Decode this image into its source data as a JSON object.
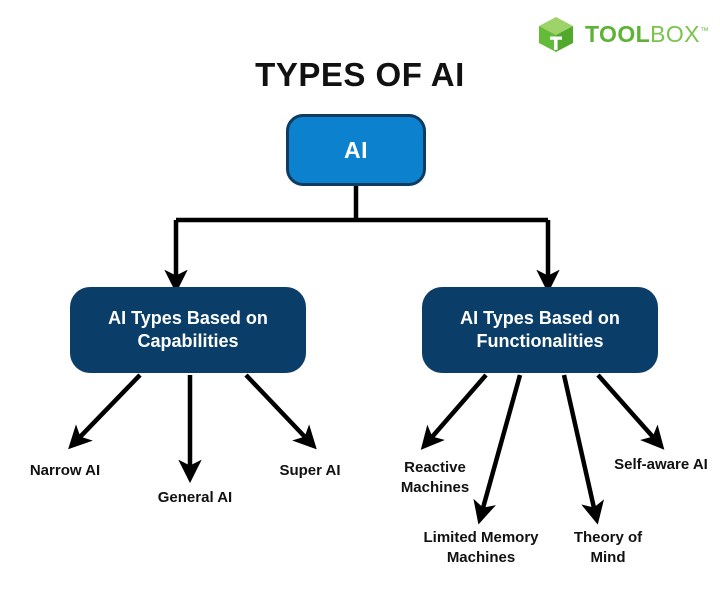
{
  "brand": {
    "name_bold": "TOOL",
    "name_light": "BOX",
    "trademark": "™",
    "logo_icon": "green-cube-logo",
    "colors": {
      "cube_top": "#9ed36a",
      "cube_body": "#5cb335",
      "word_bold": "#5cb335",
      "word_light": "#7cc24d"
    }
  },
  "title": "TYPES OF AI",
  "colors": {
    "root_fill": "#0c81cd",
    "root_border": "#0d3c60",
    "branch_fill": "#0a3e68",
    "connector": "#000000",
    "text_dark": "#111111",
    "text_light": "#ffffff",
    "background": "#ffffff"
  },
  "chart_data": {
    "type": "tree-diagram",
    "title": "TYPES OF AI",
    "root": {
      "id": "ai",
      "label": "AI"
    },
    "branches": [
      {
        "id": "capabilities",
        "label": "AI Types Based on Capabilities",
        "label_line_1": "AI Types Based",
        "label_line_2": "on Capabilities",
        "children": [
          {
            "id": "narrow-ai",
            "label": "Narrow AI"
          },
          {
            "id": "general-ai",
            "label": "General AI"
          },
          {
            "id": "super-ai",
            "label": "Super AI"
          }
        ]
      },
      {
        "id": "functionalities",
        "label": "AI Types Based on Functionalities",
        "label_line_1": "AI Types Based on",
        "label_line_2": "Functionalities",
        "children": [
          {
            "id": "reactive-machines",
            "label": "Reactive Machines"
          },
          {
            "id": "limited-memory-machines",
            "label": "Limited Memory Machines"
          },
          {
            "id": "theory-of-mind",
            "label": "Theory of Mind"
          },
          {
            "id": "self-aware-ai",
            "label": "Self-aware AI"
          }
        ]
      }
    ]
  },
  "nodes": {
    "root_label": "AI",
    "capabilities_label": "AI Types Based on Capabilities",
    "functionalities_label": "AI Types Based on Functionalities"
  },
  "leaves": {
    "narrow_ai": "Narrow AI",
    "general_ai": "General AI",
    "super_ai": "Super AI",
    "reactive_machines": "Reactive Machines",
    "limited_memory_machines": "Limited Memory Machines",
    "theory_of_mind": "Theory of Mind",
    "self_aware_ai": "Self-aware AI"
  }
}
